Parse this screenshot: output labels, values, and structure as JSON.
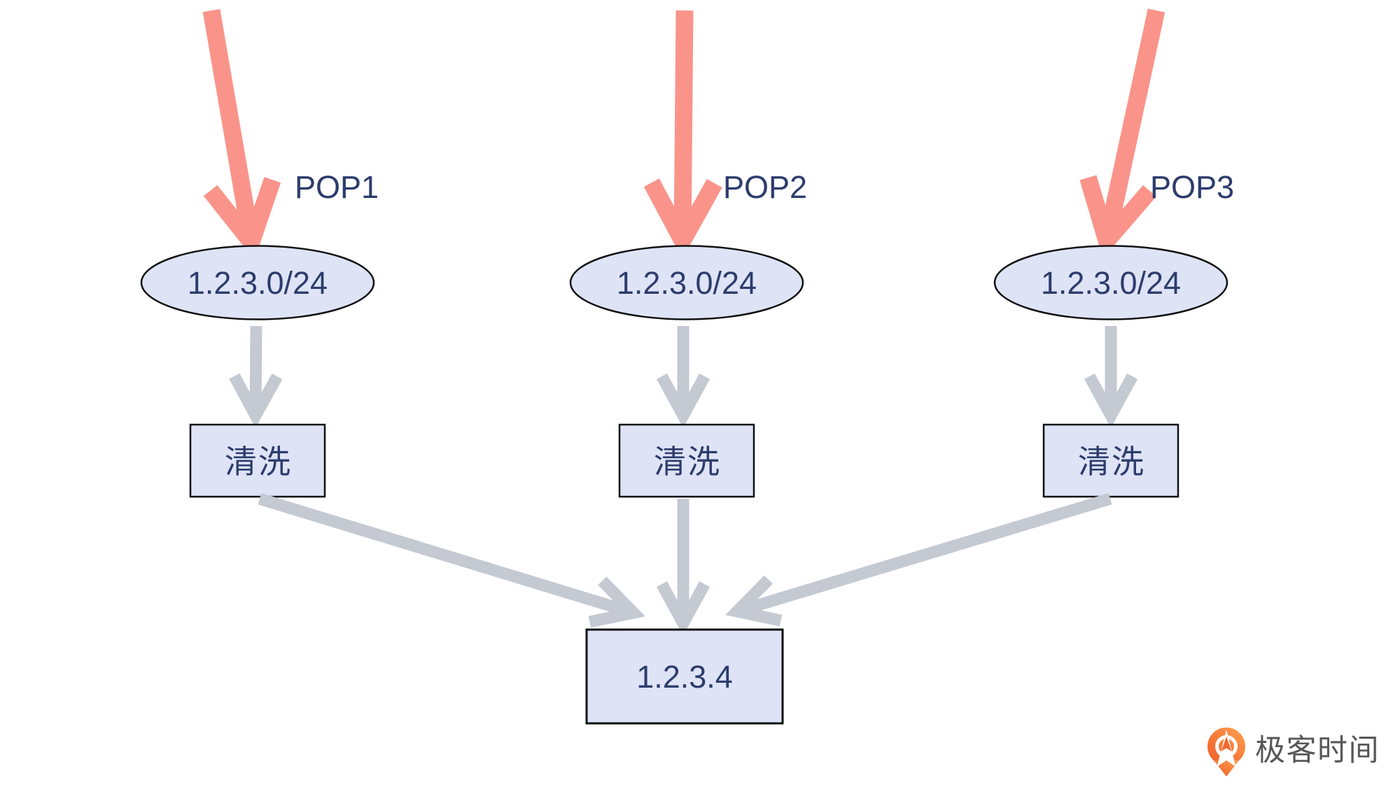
{
  "page": {
    "background_color": "#FFFFFF"
  },
  "diagram": {
    "description": "Three POP attack flows scrubbed and converging to one origin IP",
    "pops": [
      {
        "label": "POP1",
        "ingress": "1.2.3.0/24",
        "scrubbing": "清洗"
      },
      {
        "label": "POP2",
        "ingress": "1.2.3.0/24",
        "scrubbing": "清洗"
      },
      {
        "label": "POP3",
        "ingress": "1.2.3.0/24",
        "scrubbing": "清洗"
      }
    ],
    "origin": {
      "label": "1.2.3.4"
    },
    "colors": {
      "attack_arrow": "#FA948B",
      "flow_arrow": "#C4C9D2",
      "node_fill": "#DEE3F6",
      "node_border": "#101010",
      "label_text": "#2C3C6C"
    }
  },
  "branding": {
    "logo_text": "极客时间",
    "logo_icon": "geektime-pin-icon",
    "logo_orange_dark": "#F05A28",
    "logo_orange_light": "#FFA14E",
    "logo_text_color": "#585757"
  }
}
